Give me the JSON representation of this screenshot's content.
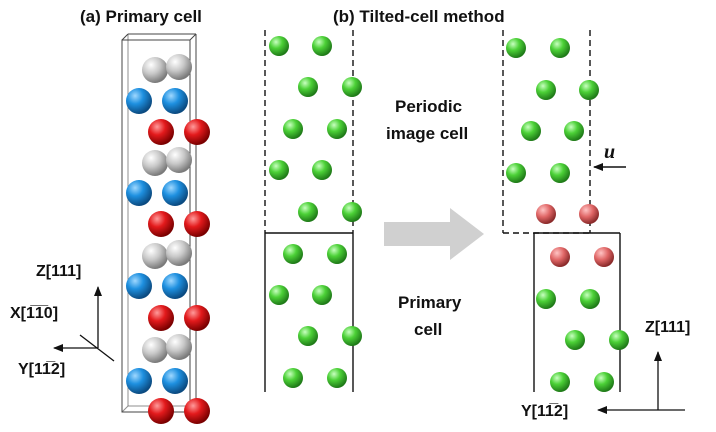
{
  "panel_a": {
    "title": "(a) Primary cell"
  },
  "panel_b": {
    "title": "(b) Tilted-cell method"
  },
  "labels": {
    "periodic_line1": "Periodic",
    "periodic_line2": "image cell",
    "primary_line1": "Primary",
    "primary_line2": "cell",
    "u": "u"
  },
  "axes_a": {
    "z": "Z[111]",
    "x": "X[1̅1̅0]",
    "y": "Y[11̅2]"
  },
  "axes_b": {
    "z": "Z[111]",
    "y": "Y[11̅2]"
  },
  "colors": {
    "green_atom": "#4cd137",
    "red_atom": "#e31a1c",
    "blue_atom": "#1e90e0",
    "gray_atom": "#c8c8c8",
    "pink_atom": "#e06666",
    "arrow": "#d0d0d0"
  }
}
